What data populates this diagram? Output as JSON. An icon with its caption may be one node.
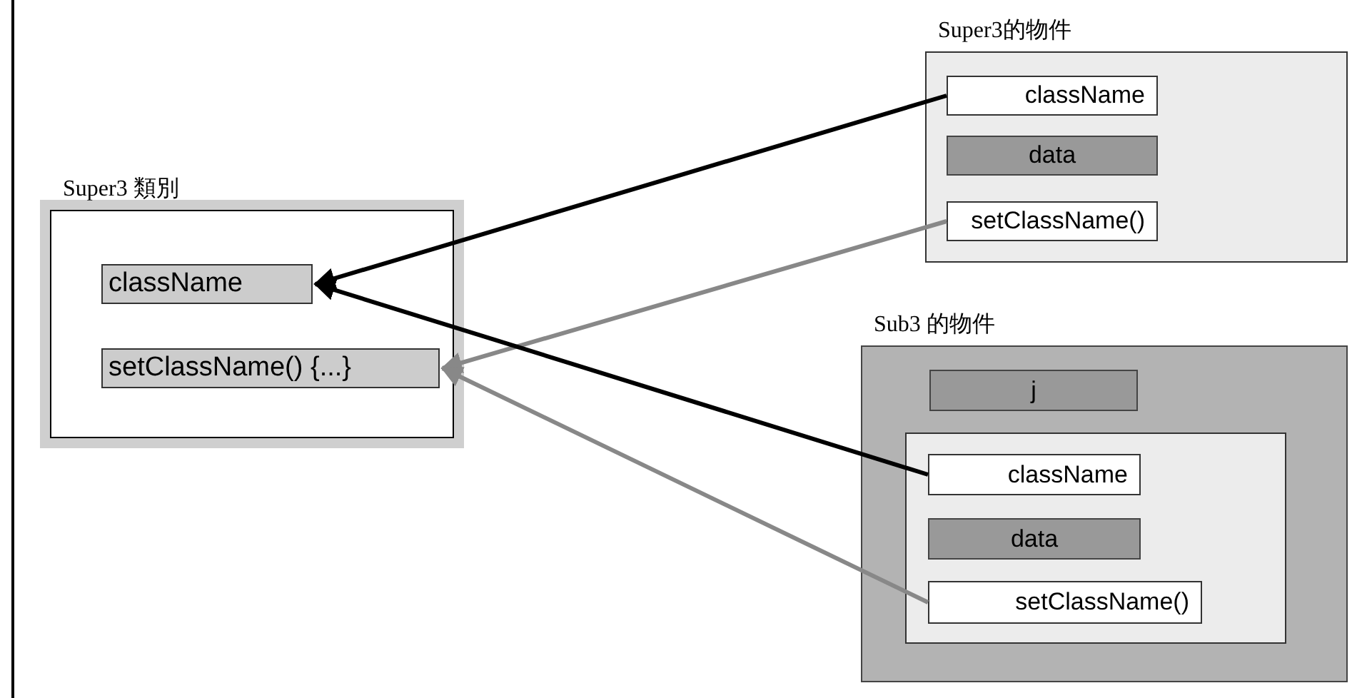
{
  "diagram": {
    "nodes": [
      {
        "text": [
          "Super3 類別"
        ]
      },
      {
        "text": [
          "className"
        ],
        "in": 0
      },
      {
        "text": [
          "setClassName() {...}"
        ],
        "in": 0
      },
      {
        "text": [
          "Super3的物件"
        ]
      },
      {
        "text": [
          "className"
        ],
        "in": 3
      },
      {
        "text": [
          "data"
        ],
        "in": 3
      },
      {
        "text": [
          "setClassName()"
        ],
        "in": 3
      },
      {
        "text": [
          "Sub3 的物件"
        ]
      },
      {
        "text": [
          "j"
        ],
        "in": 7
      },
      {
        "text": [],
        "shape": "box",
        "in": 7
      },
      {
        "text": [
          "className"
        ],
        "in": 9
      },
      {
        "text": [
          "data"
        ],
        "in": 9
      },
      {
        "text": [
          "setClassName()"
        ],
        "in": 9
      }
    ],
    "edges": [
      {
        "from": 4,
        "to": 1,
        "arrow": "to"
      },
      {
        "from": 6,
        "to": 2,
        "arrow": "to",
        "color": "#888888"
      },
      {
        "from": 10,
        "to": 1,
        "arrow": "to"
      },
      {
        "from": 12,
        "to": 2,
        "arrow": "to",
        "color": "#888888"
      }
    ]
  }
}
